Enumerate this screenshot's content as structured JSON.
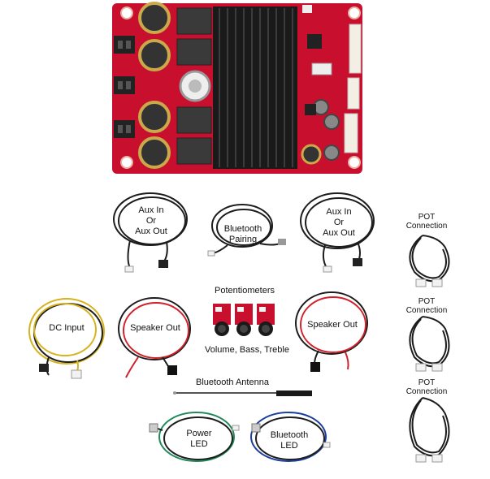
{
  "labels": {
    "aux_in_left": [
      "Aux In",
      "Or",
      "Aux Out"
    ],
    "aux_in_right": [
      "Aux In",
      "Or",
      "Aux Out"
    ],
    "bluetooth_pairing": [
      "Bluetooth",
      "Pairing"
    ],
    "pot_connection_1": [
      "POT",
      "Connection"
    ],
    "pot_connection_2": [
      "POT",
      "Connection"
    ],
    "pot_connection_3": [
      "POT",
      "Connection"
    ],
    "potentiometers": "Potentiometers",
    "dc_input": "DC Input",
    "speaker_out_left": "Speaker Out",
    "speaker_out_right": "Speaker Out",
    "volume_bass_treble": "Volume, Bass, Treble",
    "bluetooth_antenna": "Bluetooth Antenna",
    "power_led": [
      "Power",
      "LED"
    ],
    "bluetooth_led": [
      "Bluetooth",
      "LED"
    ]
  },
  "colors": {
    "pcb": "#c8102e",
    "heatsink": "#1a1a1a",
    "cable_black": "#1c1c1c",
    "cable_red": "#d21f2a",
    "cable_yellow": "#d6b21e",
    "cable_green": "#1f8a5a",
    "cable_blue": "#1c3f9e",
    "connector_white": "#f2f2f2"
  }
}
